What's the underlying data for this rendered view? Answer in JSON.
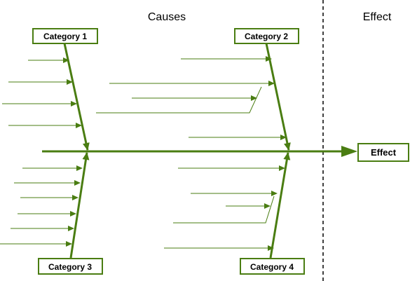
{
  "diagram": {
    "causes_heading": "Causes",
    "effect_heading": "Effect",
    "effect_label": "Effect",
    "category_1": "Category 1",
    "category_2": "Category 2",
    "category_3": "Category 3",
    "category_4": "Category 4"
  },
  "colors": {
    "line": "#4a7d12",
    "box_border": "#4a7d12",
    "divider": "#000000",
    "text": "#000000"
  }
}
